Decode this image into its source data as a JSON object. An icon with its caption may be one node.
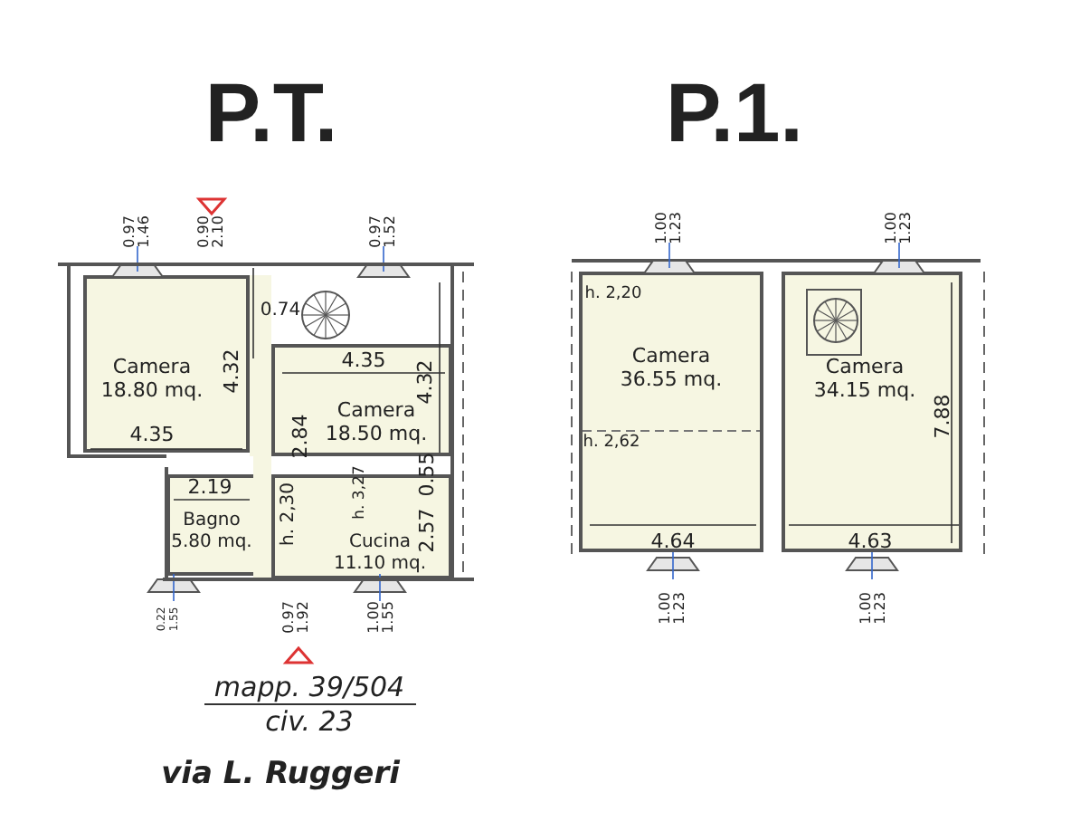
{
  "diagram": {
    "nodes": [
      {
        "text": [
          "Camera",
          "18.80 mq."
        ]
      },
      {
        "text": [
          "Camera",
          "18.50 mq."
        ]
      },
      {
        "text": [
          "Bagno",
          "5.80 mq."
        ]
      },
      {
        "text": [
          "Cucina",
          "11.10 mq."
        ]
      },
      {
        "text": [
          "Camera",
          "36.55 mq."
        ]
      },
      {
        "text": [
          "Camera",
          "34.15 mq."
        ]
      }
    ],
    "labels": [
      "P.T.",
      "P.1.",
      "0.97",
      "1.46",
      "0.90",
      "2.10",
      "0.97",
      "1.52",
      "1.00",
      "1.23",
      "1.00",
      "1.23",
      "0.74",
      "h. 2,20",
      "4.32",
      "4.35",
      "4.32",
      "2.84",
      "4.35",
      "7.88",
      "h. 2,62",
      "2.19",
      "0.55",
      "h. 2,30",
      "h. 3,27",
      "2.57",
      "4.64",
      "4.63",
      "0.22",
      "1.55",
      "0.97",
      "1.92",
      "1.00",
      "1.55",
      "1.00",
      "1.23",
      "1.00",
      "1.23",
      "mapp. 39/504",
      "civ. 23",
      "via L. Ruggeri"
    ]
  }
}
